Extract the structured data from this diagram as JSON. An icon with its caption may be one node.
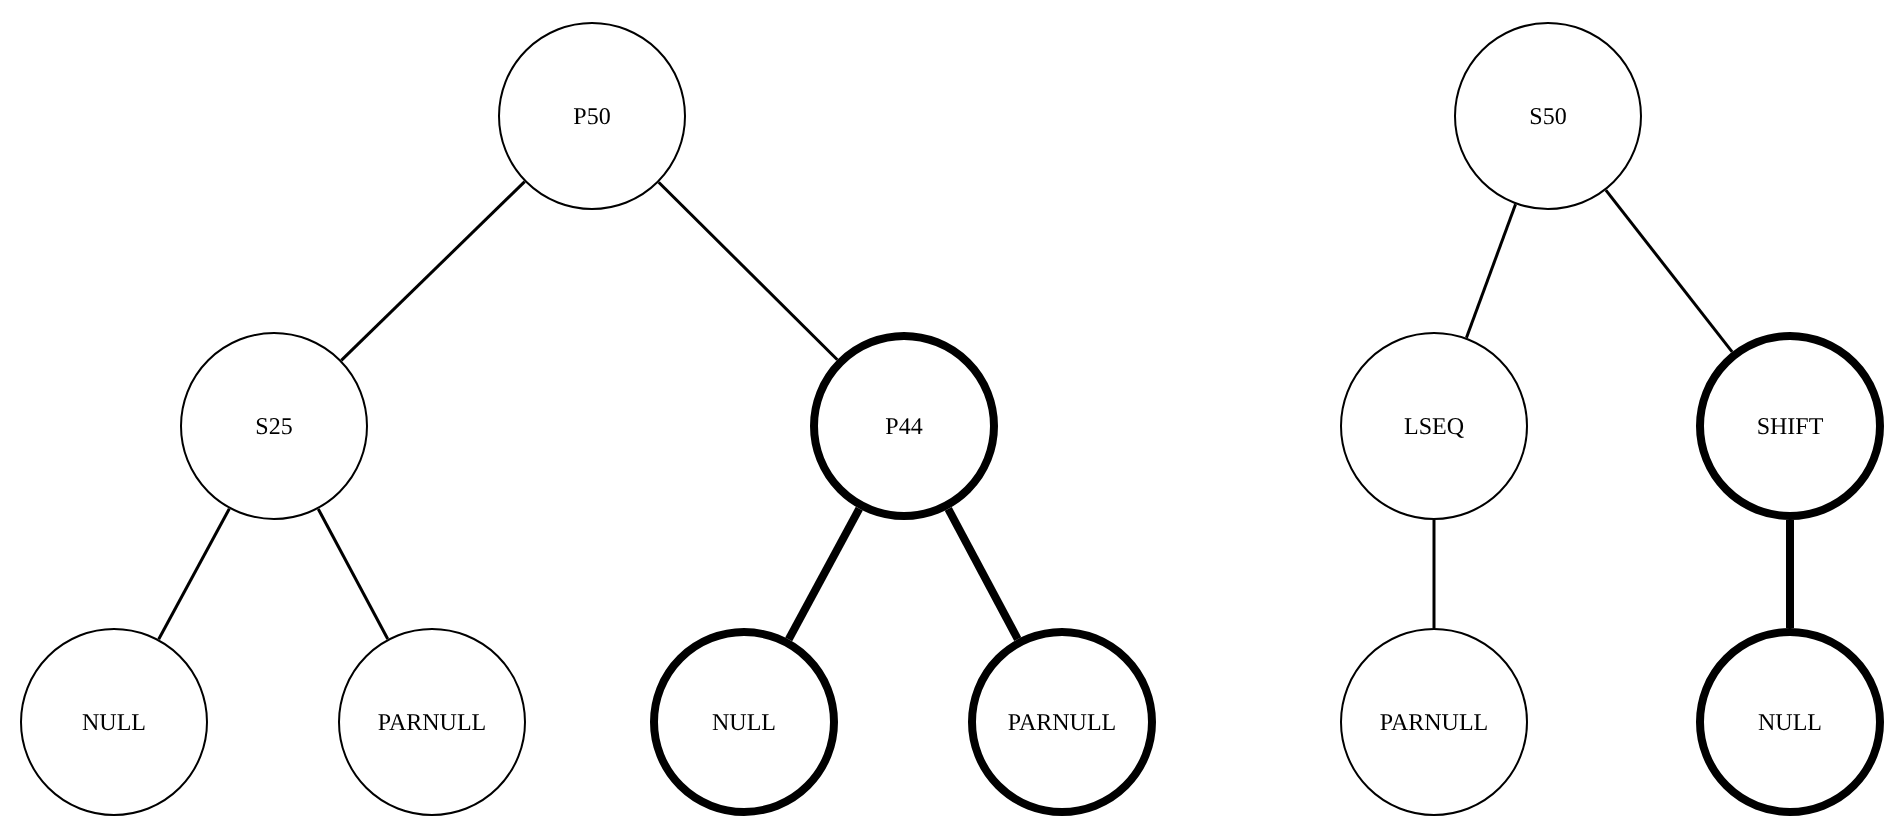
{
  "diagram": {
    "nodes": [
      {
        "text": [
          "P50"
        ]
      },
      {
        "text": [
          "S25"
        ]
      },
      {
        "text": [
          "P44"
        ]
      },
      {
        "text": [
          "NULL"
        ]
      },
      {
        "text": [
          "PARNULL"
        ]
      },
      {
        "text": [
          "NULL"
        ]
      },
      {
        "text": [
          "PARNULL"
        ]
      },
      {
        "text": [
          "S50"
        ]
      },
      {
        "text": [
          "LSEQ"
        ]
      },
      {
        "text": [
          "SHIFT"
        ]
      },
      {
        "text": [
          "PARNULL"
        ]
      },
      {
        "text": [
          "NULL"
        ]
      }
    ],
    "edges": [
      {
        "from": 0,
        "to": 1,
        "arrow": "none"
      },
      {
        "from": 0,
        "to": 2,
        "arrow": "none"
      },
      {
        "from": 1,
        "to": 3,
        "arrow": "none"
      },
      {
        "from": 1,
        "to": 4,
        "arrow": "none"
      },
      {
        "from": 2,
        "to": 5,
        "arrow": "none",
        "style": "thick"
      },
      {
        "from": 2,
        "to": 6,
        "arrow": "none",
        "style": "thick"
      },
      {
        "from": 7,
        "to": 8,
        "arrow": "none"
      },
      {
        "from": 7,
        "to": 9,
        "arrow": "none"
      },
      {
        "from": 8,
        "to": 10,
        "arrow": "none"
      },
      {
        "from": 9,
        "to": 11,
        "arrow": "none",
        "style": "thick"
      }
    ]
  }
}
